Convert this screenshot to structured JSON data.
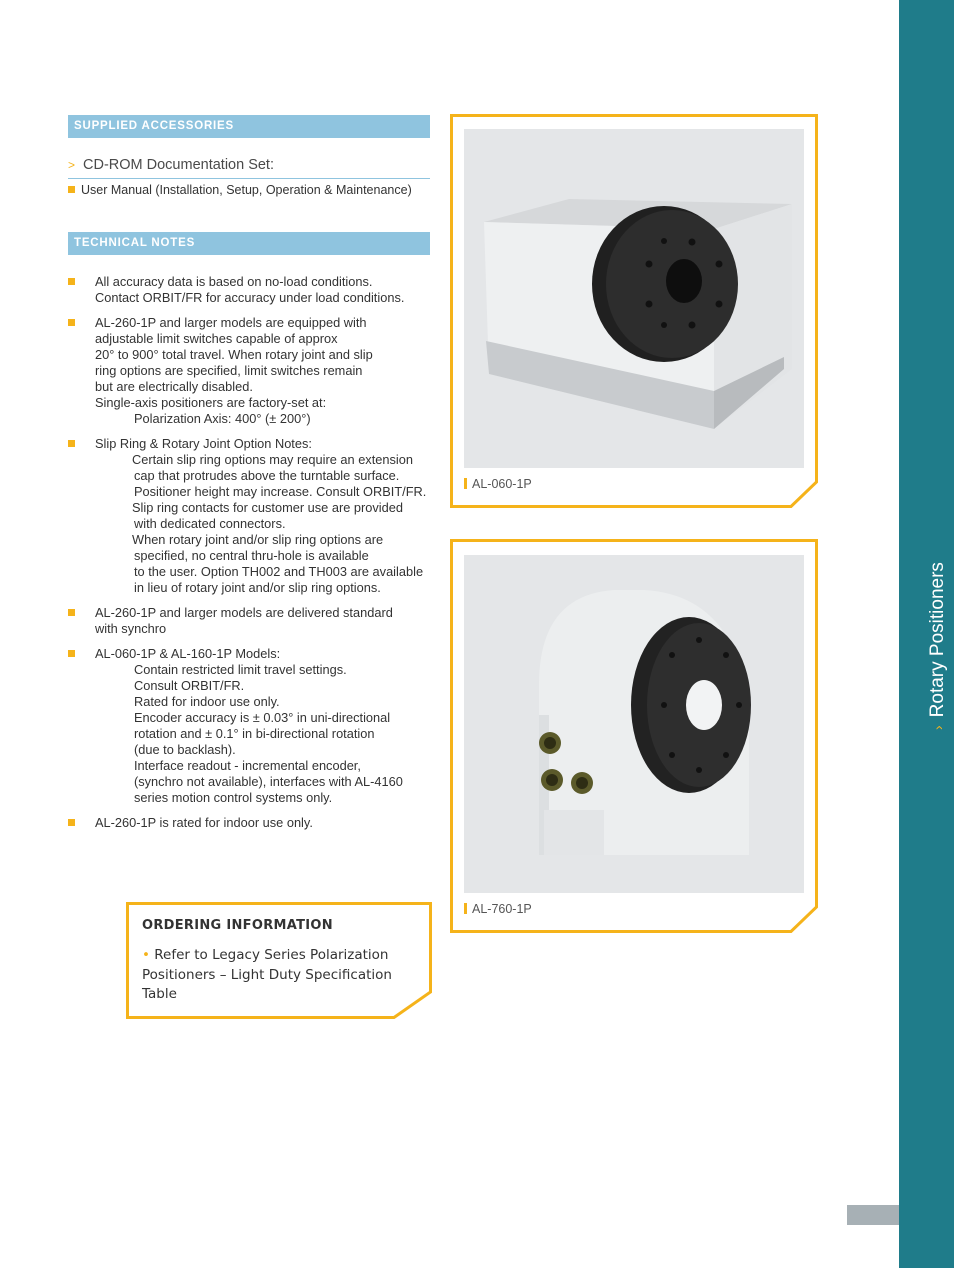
{
  "sidebar": {
    "label": "Rotary Positioners",
    "color": "#1f7c8a",
    "accent": "#f5b31a"
  },
  "accessories": {
    "heading": "SUPPLIED ACCESSORIES",
    "cd_title": "CD-ROM Documentation Set:",
    "items": [
      "User Manual (Installation, Setup, Operation & Maintenance)"
    ]
  },
  "technical_notes": {
    "heading": "TECHNICAL NOTES",
    "notes": [
      {
        "lines": [
          "All accuracy data is based on no-load conditions.",
          "Contact ORBIT/FR for accuracy under load conditions."
        ]
      },
      {
        "lines": [
          "AL-260-1P and larger models are equipped with",
          "adjustable limit switches capable of approx",
          "20° to 900° total travel. When rotary joint and slip",
          "ring options are specified, limit switches remain",
          "but are electrically disabled.",
          "Single-axis positioners are factory-set at:",
          "Polarization Axis: 400° (± 200°)"
        ]
      },
      {
        "lines": [
          "Slip Ring & Rotary Joint Option Notes:",
          "Certain slip ring options may require an extension",
          "cap that protrudes above the turntable surface.",
          "Positioner height may increase. Consult ORBIT/FR.",
          "Slip ring contacts for customer use are provided",
          "with dedicated connectors.",
          "When rotary joint and/or slip ring options are",
          "specified, no central thru-hole is available",
          "to the user. Option TH002 and TH003 are available",
          "in lieu of rotary joint and/or slip ring options."
        ]
      },
      {
        "lines": [
          "AL-260-1P and larger models are delivered standard",
          "with synchro"
        ]
      },
      {
        "lines": [
          "AL-060-1P & AL-160-1P Models:",
          "Contain restricted limit travel settings.",
          "Consult ORBIT/FR.",
          "Rated for indoor use only.",
          "Encoder accuracy is ± 0.03° in uni-directional",
          "rotation and ± 0.1° in bi-directional rotation",
          "(due to backlash).",
          "Interface readout - incremental encoder,",
          "(synchro not available), interfaces with AL-4160",
          "series motion control systems only."
        ]
      },
      {
        "lines": [
          "AL-260-1P is rated for indoor use only."
        ]
      }
    ]
  },
  "products": [
    {
      "caption": "AL-060-1P"
    },
    {
      "caption": "AL-760-1P"
    }
  ],
  "ordering": {
    "heading": "ORDERING INFORMATION",
    "text": "Refer to Legacy Series Polarization Positioners – Light Duty Specification Table"
  }
}
